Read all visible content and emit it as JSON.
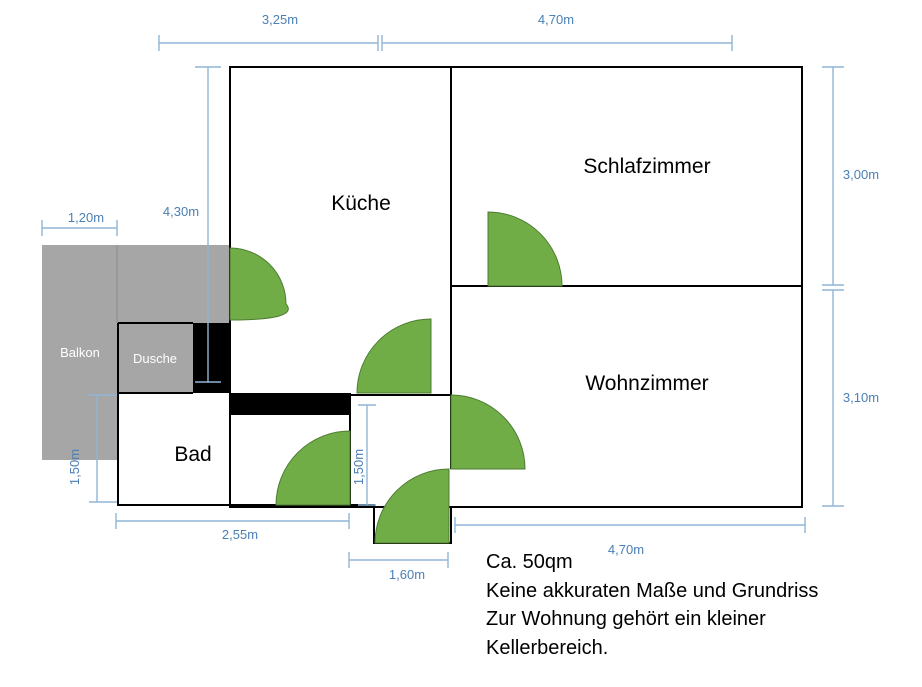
{
  "rooms": {
    "kueche": "Küche",
    "schlafzimmer": "Schlafzimmer",
    "wohnzimmer": "Wohnzimmer",
    "bad": "Bad",
    "dusche": "Dusche",
    "balkon": "Balkon"
  },
  "dimensions": {
    "top_left": "3,25m",
    "top_right": "4,70m",
    "left_height": "4,30m",
    "balkon_width": "1,20m",
    "balkon_height": "1,50m",
    "right_top": "3,00m",
    "right_bottom": "3,10m",
    "bottom_bad": "2,55m",
    "flur_height": "1,50m",
    "flur_width": "1,60m",
    "bottom_right": "4,70m"
  },
  "notes": {
    "area": "Ca. 50qm",
    "line2": "Keine akkuraten Maße und Grundriss",
    "line3": "Zur Wohnung gehört ein kleiner",
    "line4": "Kellerbereich."
  },
  "colors": {
    "door_green": "#70ad47",
    "balcony_gray": "#a6a6a6",
    "dimension_blue": "#8fb5d6",
    "wall_black": "#000000"
  }
}
